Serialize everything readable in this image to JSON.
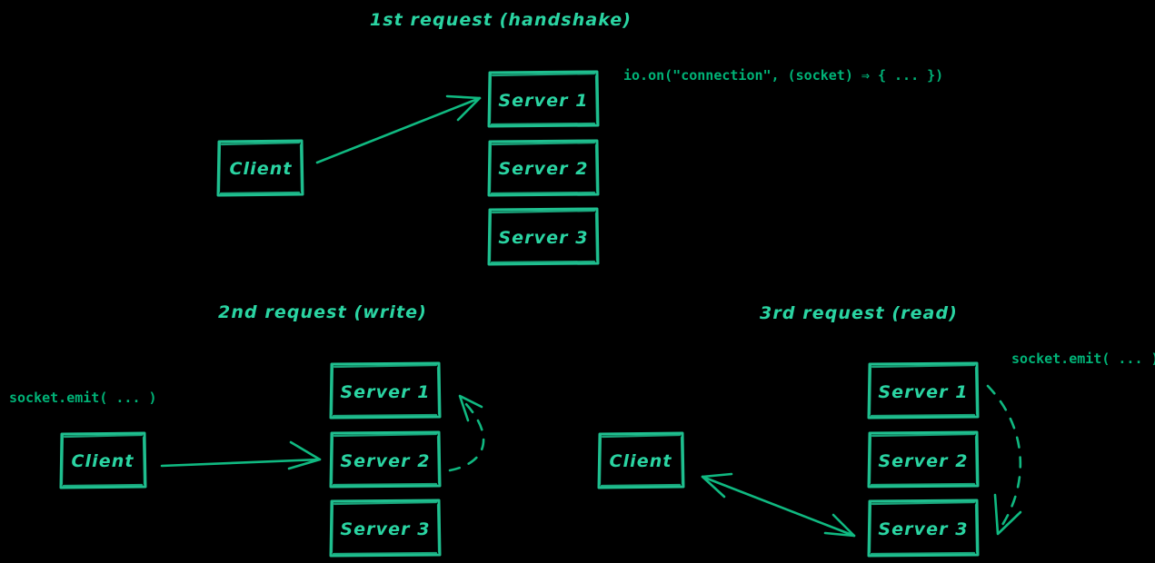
{
  "diagram": {
    "background_color": "#000000",
    "stroke_color": "#1fbf8f",
    "text_color": "#2ad4a2",
    "code_color": "#00b377",
    "sections": [
      {
        "id": "handshake",
        "title": "1st request (handshake)",
        "code_label": "io.on(\"connection\", (socket) ⇒ {  ...  })",
        "client_label": "Client",
        "servers": [
          "Server 1",
          "Server 2",
          "Server 3"
        ],
        "arrow_description": "solid arrow from Client to Server 1"
      },
      {
        "id": "write",
        "title": "2nd request (write)",
        "code_label": "socket.emit( ... )",
        "client_label": "Client",
        "servers": [
          "Server 1",
          "Server 2",
          "Server 3"
        ],
        "arrow_description": "solid arrow from Client to Server 2; dashed curved arrow from Server 2 to Server 1"
      },
      {
        "id": "read",
        "title": "3rd request (read)",
        "code_label": "socket.emit( ... )",
        "client_label": "Client",
        "servers": [
          "Server 1",
          "Server 2",
          "Server 3"
        ],
        "arrow_description": "double-headed solid arrow between Client and Server 3; dashed curved arrow from Server 1 to Server 3"
      }
    ]
  }
}
